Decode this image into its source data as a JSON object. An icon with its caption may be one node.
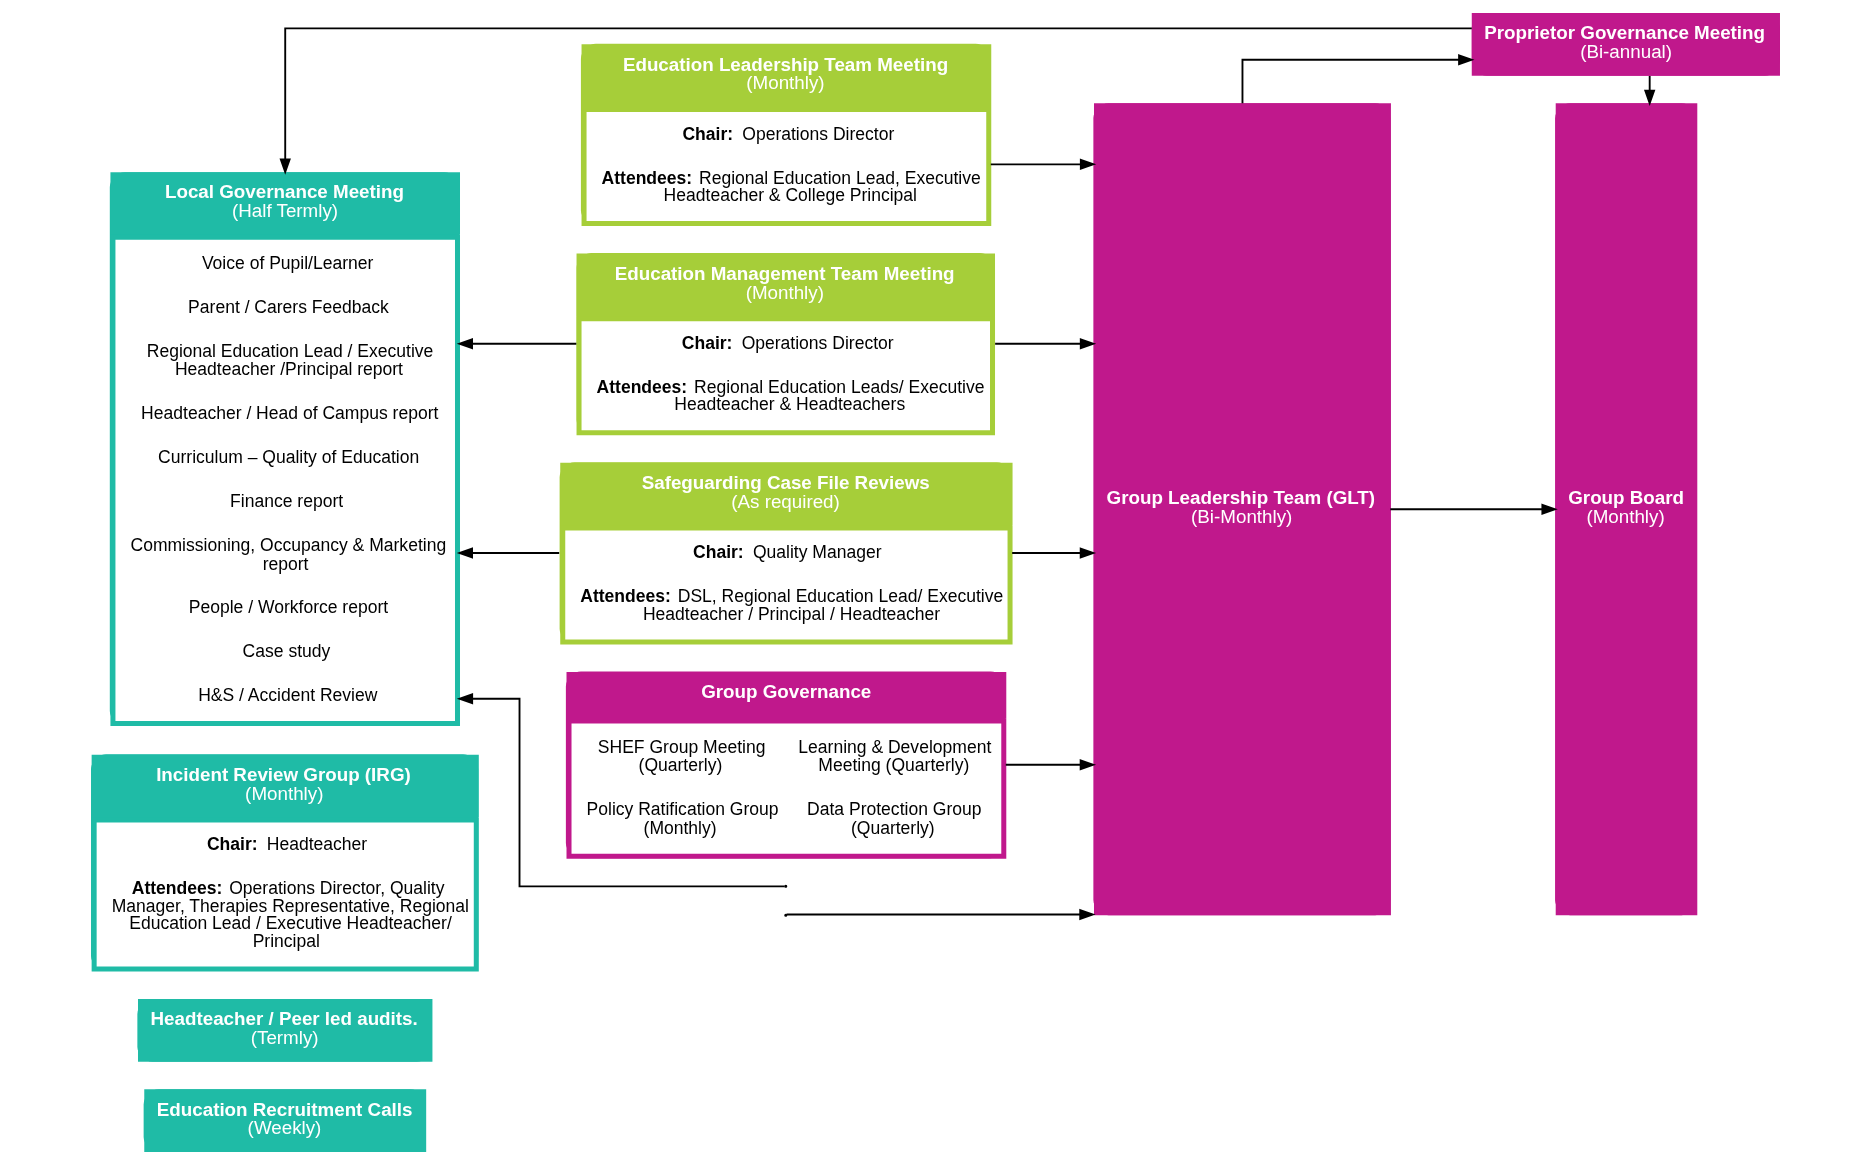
{
  "diagram": {
    "nodes": [
      {
        "text": [
          "Local Governance Meeting",
          "(Half Termly)",
          "Voice of Pupil/Learner",
          "Parent / Carers Feedback",
          "Regional Education Lead / Executive Headteacher /Principal report",
          "Headteacher / Head of Campus report",
          "Curriculum – Quality of Education",
          "Finance report",
          "Commissioning, Occupancy & Marketing report",
          "People / Workforce report",
          "Case study",
          "H&S / Accident Review"
        ]
      },
      {
        "text": [
          "Incident Review Group (IRG)",
          "(Monthly)",
          "**Chair:** Headteacher",
          "**Attendees:** Operations Director, Quality Manager, Therapies Representative, Regional Education Lead / Executive Headteacher/ Principal"
        ]
      },
      {
        "text": [
          "Headteacher / Peer led audits.",
          "(Termly)"
        ]
      },
      {
        "text": [
          "Education Recruitment Calls",
          "(Weekly)"
        ]
      },
      {
        "text": [
          "Education Leadership Team Meeting",
          "(Monthly)",
          "**Chair:** Operations Director",
          "**Attendees:** Regional Education Lead, Executive Headteacher & College Principal"
        ]
      },
      {
        "text": [
          "Education Management Team Meeting",
          "(Monthly)",
          "**Chair:** Operations Director",
          "**Attendees:** Regional Education Leads/ Executive Headteacher & Headteachers"
        ]
      },
      {
        "text": [
          "Safeguarding Case File Reviews",
          "(As required)",
          "**Chair:** Quality Manager",
          "**Attendees:** DSL, Regional Education Lead/ Executive Headteacher / Principal / Headteacher"
        ]
      },
      {
        "text": [
          "Group Governance",
          "SHEF Group Meeting (Quarterly)",
          "Learning & Development Meeting (Quarterly)",
          "Policy Ratification Group (Monthly)",
          "Data Protection Group (Quarterly)"
        ]
      },
      {
        "text": [
          "Proprietor Governance Meeting",
          "(Bi-annual)"
        ]
      },
      {
        "text": [
          "Group Leadership Team (GLT)",
          "(Bi-Monthly)"
        ]
      },
      {
        "text": [
          "Group Board",
          "(Monthly)"
        ]
      }
    ],
    "edges": [
      {
        "from": 8,
        "to": 0,
        "arrow": "to"
      },
      {
        "from": 5,
        "to": 0,
        "arrow": "to"
      },
      {
        "from": 6,
        "to": 0,
        "arrow": "to"
      },
      {
        "from": null,
        "to": 0,
        "arrow": "to"
      },
      {
        "from": 4,
        "to": 9,
        "arrow": "to"
      },
      {
        "from": 5,
        "to": 9,
        "arrow": "to"
      },
      {
        "from": 6,
        "to": 9,
        "arrow": "to"
      },
      {
        "from": 7,
        "to": 9,
        "arrow": "to"
      },
      {
        "from": null,
        "to": 9,
        "arrow": "to"
      },
      {
        "from": 9,
        "to": 8,
        "arrow": "to"
      },
      {
        "from": 8,
        "to": 10,
        "arrow": "to"
      },
      {
        "from": 9,
        "to": 10,
        "arrow": "to"
      }
    ]
  }
}
